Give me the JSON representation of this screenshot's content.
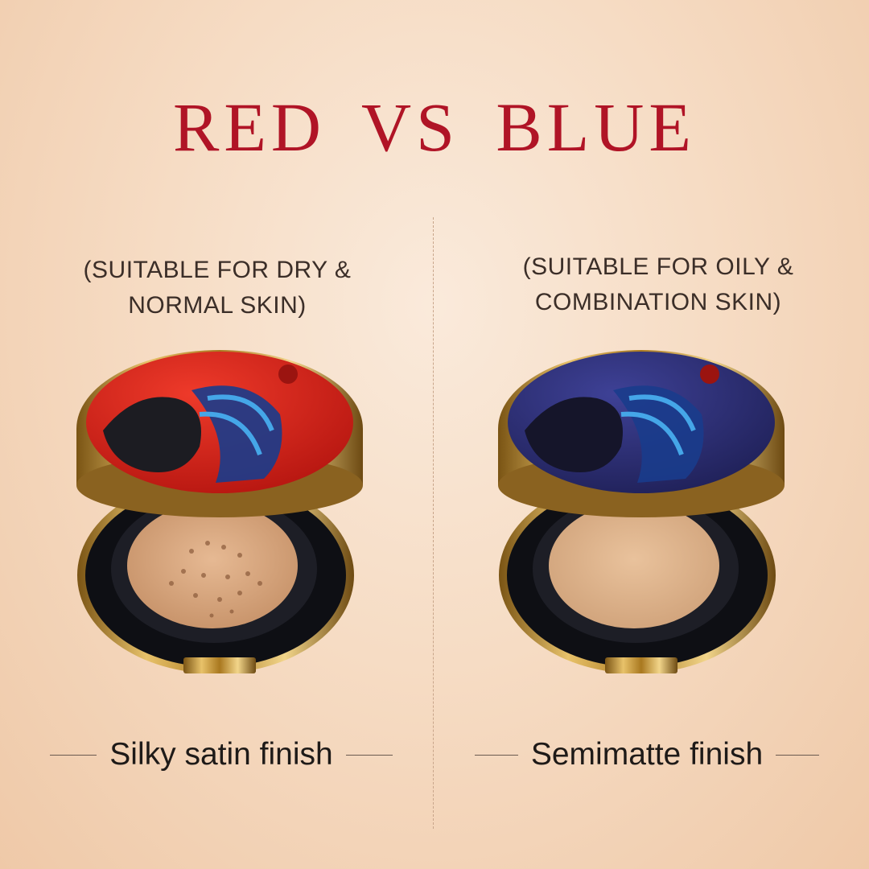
{
  "title": "RED VS BLUE",
  "left": {
    "suitable": [
      "(SUITABLE FOR DRY &",
      "NORMAL SKIN)"
    ],
    "finish": "Silky satin finish",
    "lid_color": "#d8231f"
  },
  "right": {
    "suitable": [
      "(SUITABLE FOR OILY &",
      "COMBINATION SKIN)"
    ],
    "finish": "Semimatte finish",
    "lid_color": "#2b2c6e"
  },
  "colors": {
    "title": "#b01426",
    "gold": "#c9972f",
    "background": "#f6dcc4"
  }
}
